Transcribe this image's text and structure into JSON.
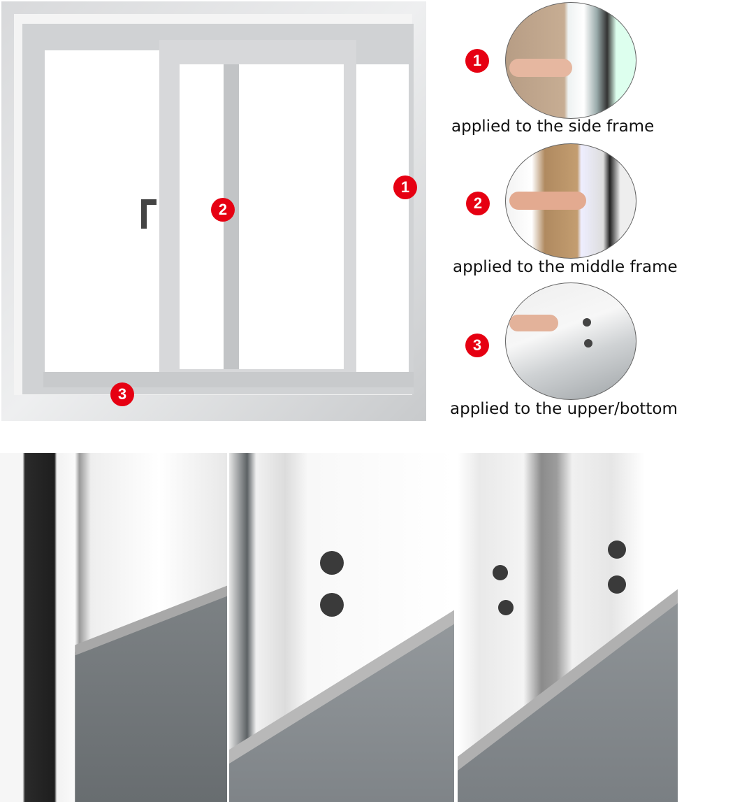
{
  "badges": [
    "1",
    "2",
    "3"
  ],
  "callouts": [
    {
      "number": "1",
      "label": "applied to the side frame"
    },
    {
      "number": "2",
      "label": "applied to the middle frame"
    },
    {
      "number": "3",
      "label": "applied to the upper/bottom"
    }
  ],
  "colors": {
    "badge": "#e60012",
    "frame": "#d4d6d8",
    "brush": "#9a9a9a",
    "track": "#7c8286"
  }
}
